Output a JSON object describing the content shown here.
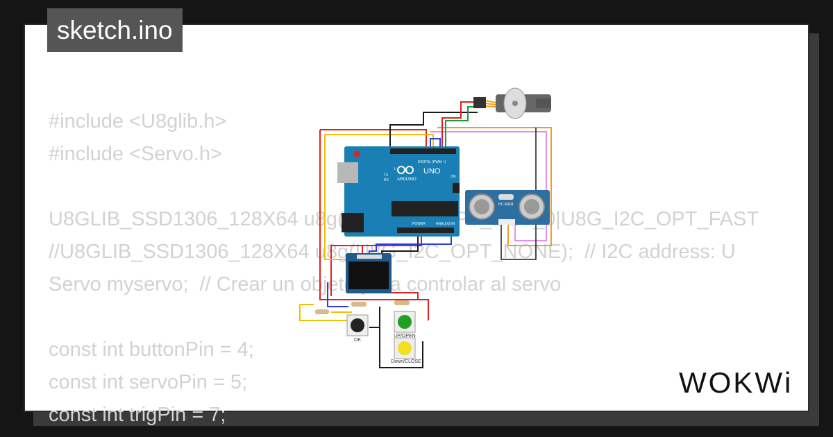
{
  "title": "sketch.ino",
  "logo": "WOKWi",
  "code_lines": [
    "#include <U8glib.h>",
    "#include <Servo.h>",
    "",
    "U8GLIB_SSD1306_128X64 u8g(U8G_I2C_OPT_DEV_0|U8G_I2C_OPT_FAST",
    "//U8GLIB_SSD1306_128X64 u8g(U8G_I2C_OPT_NONE);  // I2C address: U",
    "Servo myservo;  // Crear un objeto para controlar al servo",
    "",
    "const int buttonPin = 4;",
    "const int servoPin = 5;",
    "const int trigPin = 7;"
  ],
  "circuit": {
    "board_label": "UNO",
    "board_brand": "ARDUINO",
    "board_digital_label": "DIGITAL (PWM ~)",
    "board_analog_label": "ANALOG IN",
    "board_power_label": "POWER",
    "board_on_label": "ON",
    "board_tx_label": "TX",
    "board_rx_label": "RX",
    "board_l_label": "L",
    "sensor_label": "HC-SR04",
    "button_ok_label": "OK",
    "button_up_label": "UP/OPEN",
    "button_down_label": "Down/CLOSE"
  },
  "colors": {
    "background": "#151515",
    "card": "#ffffff",
    "code_text": "#d2d2d2",
    "title_tab": "#555555",
    "board": "#1a7fb4",
    "sensor": "#2d6fa0",
    "wire_red": "#e02020",
    "wire_black": "#1a1a1a",
    "wire_yellow": "#f0c000",
    "wire_blue": "#2b3ed6",
    "wire_green": "#16a035",
    "wire_orange": "#f0a020",
    "wire_violet": "#e090f0"
  },
  "icons": [
    "arduino-infinity-icon",
    "reset-button-icon",
    "servo-icon"
  ]
}
